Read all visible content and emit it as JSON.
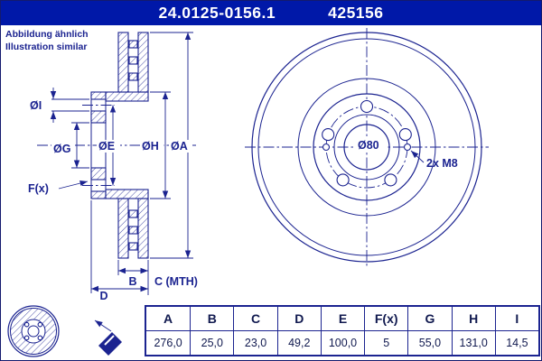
{
  "colors": {
    "header_bg": "#0018a8",
    "line": "#1b2390"
  },
  "header": {
    "part_number": "24.0125-0156.1",
    "article_number": "425156"
  },
  "note": {
    "line1": "Abbildung ähnlich",
    "line2": "Illustration similar"
  },
  "drawing": {
    "section_labels": {
      "i": "ØI",
      "g": "ØG",
      "e": "ØE",
      "h": "ØH",
      "a": "ØA",
      "f": "F(x)",
      "b": "B",
      "c": "C (MTH)",
      "d": "D"
    },
    "front_labels": {
      "bore": "Ø80",
      "m8": "2x M8"
    }
  },
  "table": {
    "headers": [
      "A",
      "B",
      "C",
      "D",
      "E",
      "F(x)",
      "G",
      "H",
      "I"
    ],
    "values": [
      "276,0",
      "25,0",
      "23,0",
      "49,2",
      "100,0",
      "5",
      "55,0",
      "131,0",
      "14,5"
    ]
  }
}
